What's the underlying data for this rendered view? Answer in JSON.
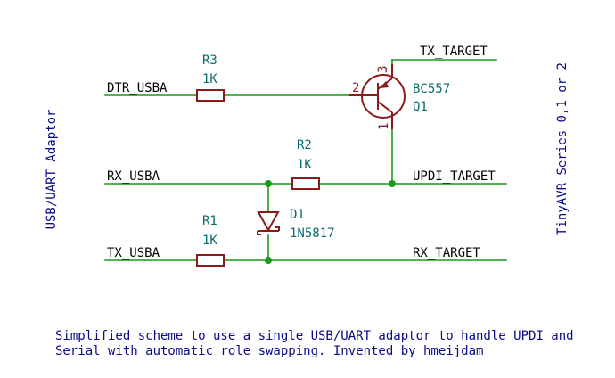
{
  "colors": {
    "wire": "#1a9a1a",
    "component": "#8b1a1a",
    "text": "#0a0a8a",
    "pin": "#8b1a1a",
    "label_text": "#000000",
    "junction": "#1a9a1a"
  },
  "nets": {
    "dtr_usba": "DTR_USBA",
    "rx_usba": "RX_USBA",
    "tx_usba": "TX_USBA",
    "tx_target": "TX_TARGET",
    "updi_target": "UPDI_TARGET",
    "rx_target": "RX_TARGET"
  },
  "components": {
    "r3": {
      "ref": "R3",
      "value": "1K"
    },
    "r2": {
      "ref": "R2",
      "value": "1K"
    },
    "r1": {
      "ref": "R1",
      "value": "1K"
    },
    "d1": {
      "ref": "D1",
      "value": "1N5817"
    },
    "q1": {
      "ref": "Q1",
      "value": "BC557",
      "pin_base": "2",
      "pin_emitter": "3",
      "pin_collector": "1"
    }
  },
  "side_labels": {
    "left": "USB/UART Adaptor",
    "right": "TinyAVR Series 0,1 or 2"
  },
  "note": {
    "line1": "Simplified scheme to use a single USB/UART adaptor to handle UPDI and",
    "line2": "Serial with automatic role swapping. Invented by hmeijdam"
  }
}
